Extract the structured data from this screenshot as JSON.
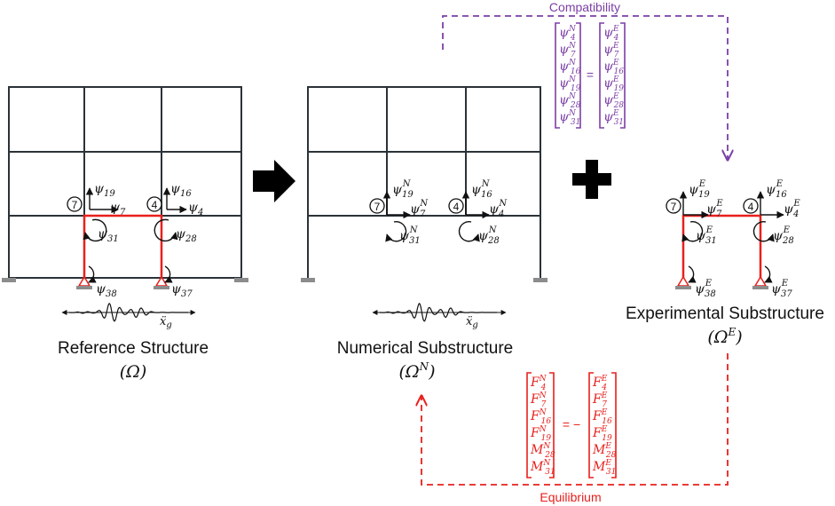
{
  "colors": {
    "frame": "#2b3238",
    "substructure": "#e8201c",
    "compatibility": "#7b3fa6",
    "equilibrium": "#e8201c",
    "ground": "#8c8c8c"
  },
  "captions": {
    "reference": "Reference Structure",
    "reference_symbol": "(Ω)",
    "numerical": "Numerical Substructure",
    "numerical_symbol": "(Ω",
    "numerical_symbol_sup": "N",
    "experimental": "Experimental Substructure",
    "experimental_symbol": "(Ω",
    "experimental_symbol_sup": "E",
    "ground_motion_base": "ẍ",
    "ground_motion_sub": "g"
  },
  "nodes": {
    "left": "7",
    "right": "4"
  },
  "dof": {
    "psi": "ψ",
    "reference": {
      "left_vertical": "19",
      "left_horizontal": "7",
      "left_rotation": "31",
      "right_vertical": "16",
      "right_horizontal": "4",
      "right_rotation": "28",
      "base_left": "38",
      "base_right": "37"
    },
    "numerical": {
      "sup": "N",
      "left_vertical": "19",
      "left_horizontal": "7",
      "left_rotation": "31",
      "right_vertical": "16",
      "right_horizontal": "4",
      "right_rotation": "28"
    },
    "experimental": {
      "sup": "E",
      "left_vertical": "19",
      "left_horizontal": "7",
      "left_rotation": "31",
      "right_vertical": "16",
      "right_horizontal": "4",
      "right_rotation": "28",
      "base_left": "38",
      "base_right": "37"
    }
  },
  "compatibility": {
    "label": "Compatibility",
    "symbol": "ψ",
    "left_sup": "N",
    "right_sup": "E",
    "operator": "=",
    "indices": [
      "4",
      "7",
      "16",
      "19",
      "28",
      "31"
    ]
  },
  "equilibrium": {
    "label": "Equilibrium",
    "operator": "= −",
    "left_sup": "N",
    "right_sup": "E",
    "rows": [
      {
        "sym": "F",
        "idx": "4"
      },
      {
        "sym": "F",
        "idx": "7"
      },
      {
        "sym": "F",
        "idx": "16"
      },
      {
        "sym": "F",
        "idx": "19"
      },
      {
        "sym": "M",
        "idx": "28"
      },
      {
        "sym": "M",
        "idx": "31"
      }
    ]
  }
}
